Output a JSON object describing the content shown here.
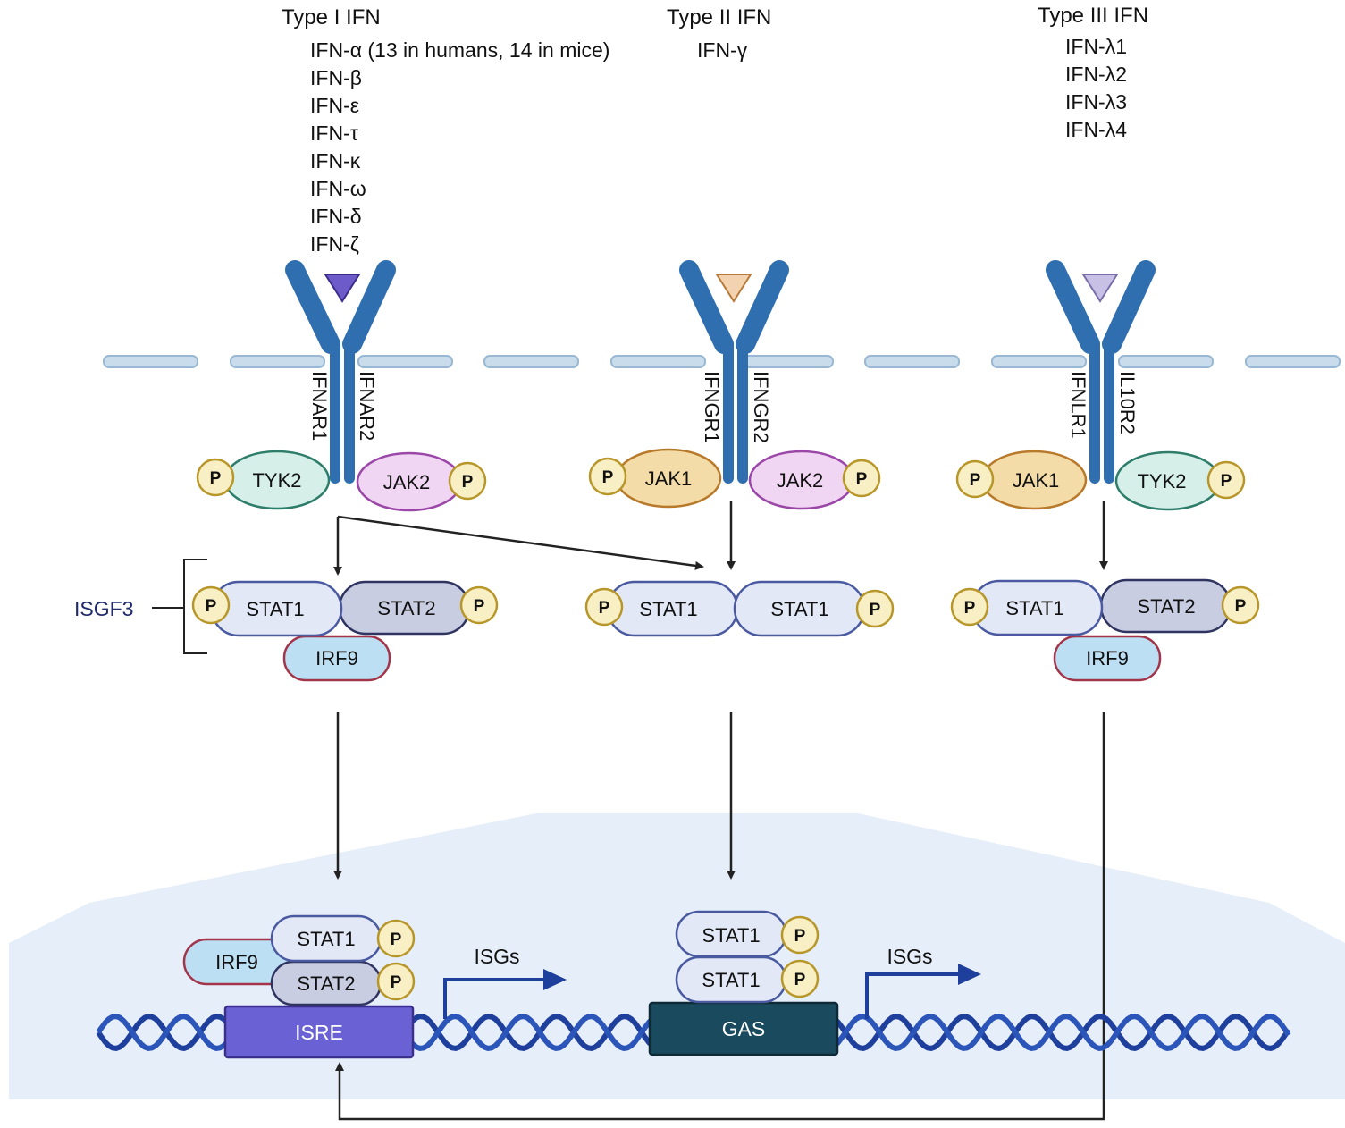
{
  "type1": {
    "heading": "Type I IFN",
    "ligands": [
      "IFN-α (13 in humans, 14 in mice)",
      "IFN-β",
      "IFN-ε",
      "IFN-τ",
      "IFN-κ",
      "IFN-ω",
      "IFN-δ",
      "IFN-ζ"
    ],
    "receptor_left": "IFNAR1",
    "receptor_right": "IFNAR2",
    "kinase_left": "TYK2",
    "kinase_right": "JAK2"
  },
  "type2": {
    "heading": "Type II IFN",
    "ligands": [
      "IFN-γ"
    ],
    "receptor_left": "IFNGR1",
    "receptor_right": "IFNGR2",
    "kinase_left": "JAK1",
    "kinase_right": "JAK2"
  },
  "type3": {
    "heading": "Type III IFN",
    "ligands": [
      "IFN-λ1",
      "IFN-λ2",
      "IFN-λ3",
      "IFN-λ4"
    ],
    "receptor_left": "IFNLR1",
    "receptor_right": "IL10R2",
    "kinase_left": "JAK1",
    "kinase_right": "TYK2"
  },
  "phospho": "P",
  "complex": {
    "isgf3": "ISGF3",
    "stat1": "STAT1",
    "stat2": "STAT2",
    "irf9": "IRF9"
  },
  "nucleus": {
    "isre": "ISRE",
    "gas": "GAS",
    "isgs": "ISGs"
  },
  "colors": {
    "receptor": "#2f6fb0",
    "membrane": "#c8dceb",
    "nucleus": "#e6eef9",
    "dna": "#1f3f9c",
    "isre": "#6a62d4",
    "gas": "#1a4a5e",
    "ligand_type1": "#6d5bc9",
    "ligand_type2": "#f3d2b0",
    "ligand_type3": "#c9c0e6",
    "tyk2": "#d6efe9",
    "jak1": "#f3dca8",
    "jak2": "#f0d6f2",
    "stat1": "#e3e8f7",
    "stat2": "#c9cde2",
    "irf9": "#bcdff3",
    "phospho": "#f9efc4"
  }
}
